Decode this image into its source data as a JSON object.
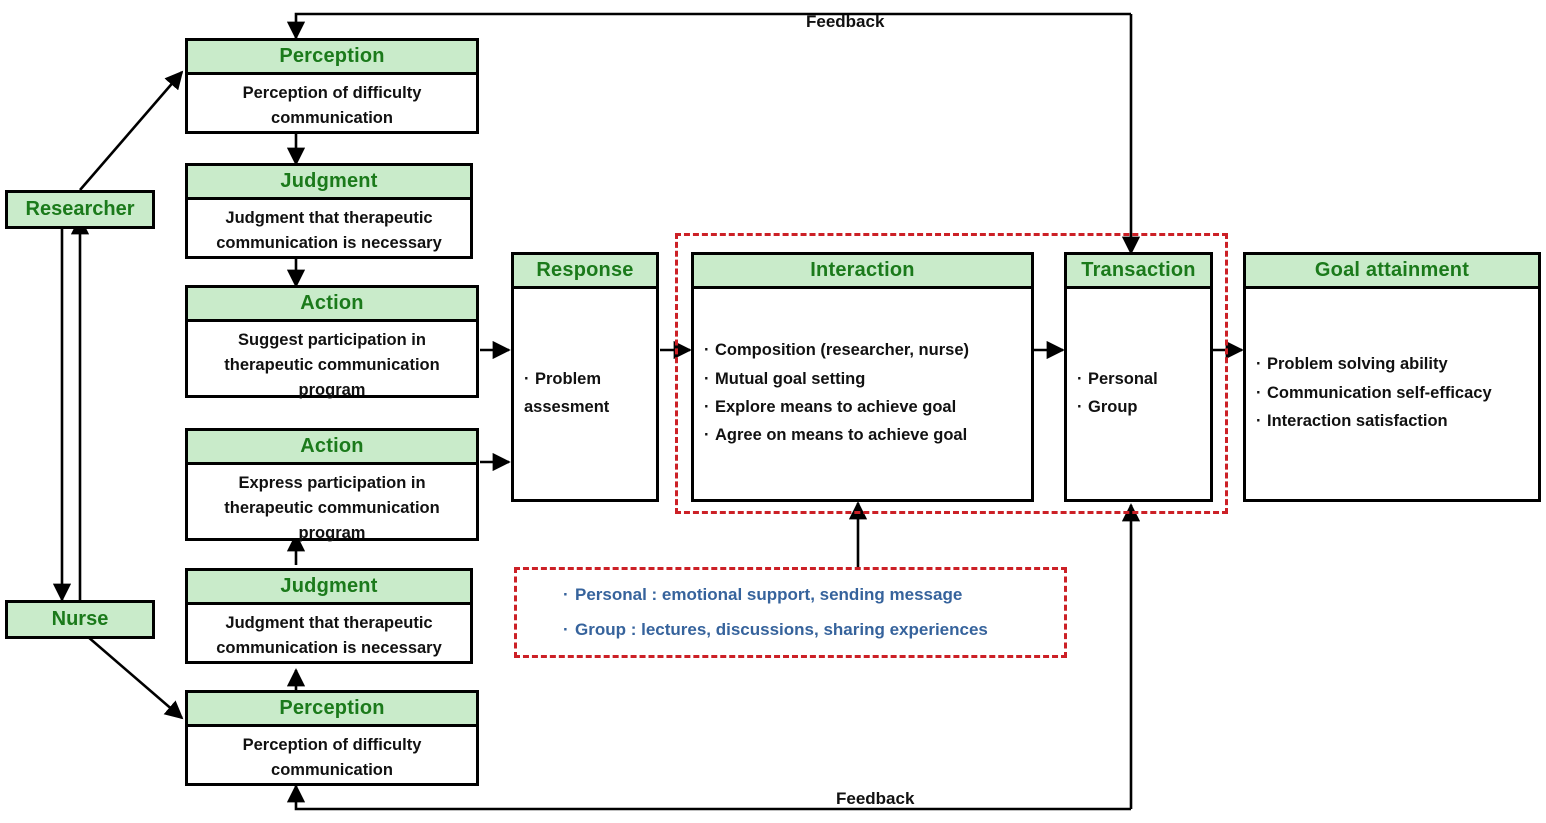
{
  "diagram": {
    "title": "Therapeutic communication program conceptual framework",
    "colors": {
      "header_fill": "#c9ebca",
      "header_text": "#1b7a1b",
      "dashed_red": "#cc2026",
      "blue_text": "#36639c",
      "box_border": "#000000"
    }
  },
  "actors": {
    "researcher": "Researcher",
    "nurse": "Nurse"
  },
  "researcher_track": {
    "perception": {
      "title": "Perception",
      "lines": [
        "Perception of difficulty",
        "communication"
      ]
    },
    "judgment": {
      "title": "Judgment",
      "lines": [
        "Judgment that therapeutic",
        "communication is necessary"
      ]
    },
    "action": {
      "title": "Action",
      "lines": [
        "Suggest participation in",
        "therapeutic communication",
        "program"
      ]
    }
  },
  "nurse_track": {
    "action": {
      "title": "Action",
      "lines": [
        "Express participation in",
        "therapeutic communication",
        "program"
      ]
    },
    "judgment": {
      "title": "Judgment",
      "lines": [
        "Judgment that therapeutic",
        "communication is necessary"
      ]
    },
    "perception": {
      "title": "Perception",
      "lines": [
        "Perception of difficulty",
        "communication"
      ]
    }
  },
  "process": {
    "response": {
      "title": "Response",
      "items": [
        "Problem assesment"
      ]
    },
    "interaction": {
      "title": "Interaction",
      "items": [
        "Composition (researcher, nurse)",
        "Mutual goal setting",
        "Explore means to achieve goal",
        "Agree on means to achieve goal"
      ]
    },
    "transaction": {
      "title": "Transaction",
      "items": [
        "Personal",
        "Group"
      ]
    },
    "goal_attainment": {
      "title": "Goal attainment",
      "items": [
        "Problem solving ability",
        "Communication self-efficacy",
        "Interaction satisfaction"
      ]
    }
  },
  "program_detail": {
    "lines": [
      "Personal : emotional support,  sending message",
      "Group : lectures, discussions, sharing experiences"
    ]
  },
  "feedback": {
    "top_label": "Feedback",
    "bottom_label": "Feedback"
  }
}
